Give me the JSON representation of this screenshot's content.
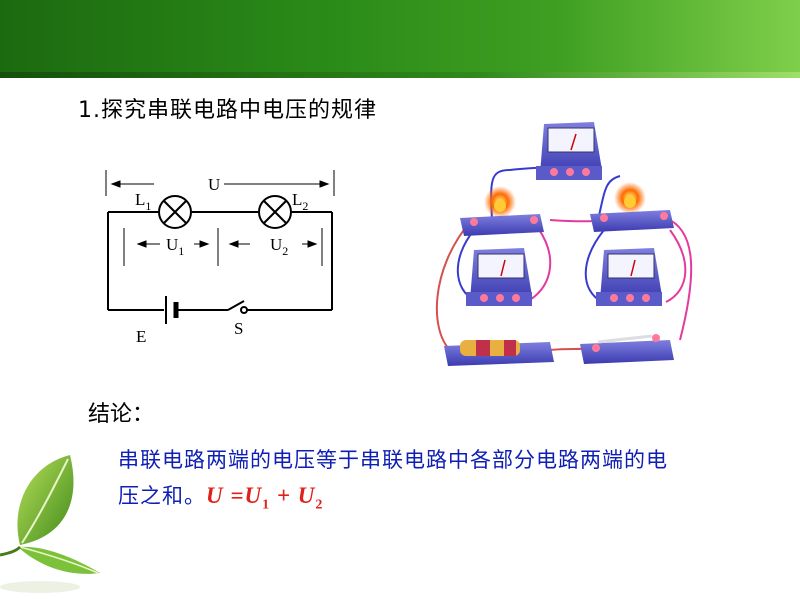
{
  "slide": {
    "title": "1.探究串联电路中电压的规律"
  },
  "circuit": {
    "total_voltage_label": "U",
    "lamp1_label": "L",
    "lamp1_sub": "1",
    "lamp2_label": "L",
    "lamp2_sub": "2",
    "u1_label": "U",
    "u1_sub": "1",
    "u2_label": "U",
    "u2_sub": "2",
    "source_label": "E",
    "switch_label": "S"
  },
  "conclusion": {
    "label": "结论：",
    "text": "串联电路两端的电压等于串联电路中各部分电路两端的电压之和。",
    "formula_lhs": "U",
    "formula_eq": " =",
    "formula_u": "U",
    "formula_sub1": "1",
    "formula_plus": " + ",
    "formula_u2": "U",
    "formula_sub2": "2"
  },
  "colors": {
    "header_green": "#2a8a18",
    "conclusion_blue": "#0f1fb5",
    "formula_red": "#e0201a"
  }
}
